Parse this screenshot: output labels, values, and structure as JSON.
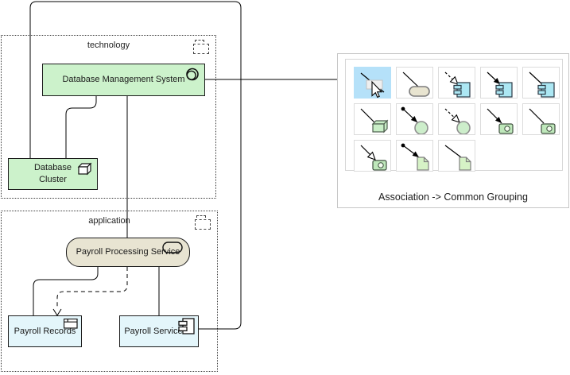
{
  "colors": {
    "node_green": "#ccf2cb",
    "service_beige": "#e8e4d2",
    "app_blue": "#e4f6fb",
    "selected_cell_blue": "#b5e1f9",
    "palette_component_cyan": "#ace7f3",
    "palette_green": "#c9efc7",
    "wire": "#000000"
  },
  "groups": [
    {
      "label": "technology"
    },
    {
      "label": "application"
    }
  ],
  "nodes": [
    {
      "label": "Database Management System",
      "type": "system-software"
    },
    {
      "label": "Database Cluster",
      "type": "node"
    },
    {
      "label": "Payroll Processing Service",
      "type": "application-service"
    },
    {
      "label": "Payroll Records",
      "type": "data-object"
    },
    {
      "label": "Payroll Service",
      "type": "application-component"
    }
  ],
  "connections": [
    {
      "from": "Database Management System",
      "to": "Database Cluster",
      "style": "solid"
    },
    {
      "from": "Database Management System",
      "to": "Payroll Processing Service",
      "style": "solid"
    },
    {
      "from": "Database Cluster",
      "to": "Payroll Service",
      "style": "solid-routed-around-top"
    },
    {
      "from": "Payroll Processing Service",
      "to": "Payroll Records",
      "style": "solid"
    },
    {
      "from": "Payroll Processing Service",
      "to": "Payroll Records",
      "style": "dashed-open-arrow"
    },
    {
      "from": "Payroll Processing Service",
      "to": "Payroll Service",
      "style": "solid"
    },
    {
      "from": "Database Management System",
      "to": "resource-catalog-popup",
      "style": "solid-pending"
    }
  ],
  "palette": {
    "caption": "Association -> Common Grouping",
    "rows": [
      [
        {
          "name": "association-plain",
          "line": "solid",
          "start": "none",
          "end": "none",
          "target": "none",
          "selected": true
        },
        {
          "name": "association-to-application-service",
          "line": "solid",
          "start": "none",
          "end": "none",
          "target": "service",
          "selected": false
        },
        {
          "name": "realization-to-application-component",
          "line": "dashed",
          "start": "none",
          "end": "open-arrow",
          "target": "component",
          "selected": false
        },
        {
          "name": "directed-association-to-application-component",
          "line": "solid",
          "start": "none",
          "end": "filled-arrow",
          "target": "component",
          "selected": false
        },
        {
          "name": "association-to-application-component",
          "line": "solid",
          "start": "none",
          "end": "none",
          "target": "component",
          "selected": false
        }
      ],
      [
        {
          "name": "association-to-node",
          "line": "solid",
          "start": "none",
          "end": "none",
          "target": "node",
          "selected": false
        },
        {
          "name": "composition-to-interface",
          "line": "solid",
          "start": "dot",
          "end": "filled-arrow",
          "target": "interface",
          "selected": false
        },
        {
          "name": "realization-to-interface",
          "line": "dashed",
          "start": "none",
          "end": "open-arrow",
          "target": "interface",
          "selected": false
        },
        {
          "name": "directed-association-to-device",
          "line": "solid",
          "start": "none",
          "end": "filled-arrow",
          "target": "device",
          "selected": false
        },
        {
          "name": "association-to-device",
          "line": "solid",
          "start": "none",
          "end": "none",
          "target": "device",
          "selected": false
        }
      ],
      [
        {
          "name": "open-arrow-to-device",
          "line": "solid",
          "start": "none",
          "end": "open-arrow",
          "target": "device",
          "selected": false
        },
        {
          "name": "composition-to-artifact",
          "line": "solid",
          "start": "dot",
          "end": "filled-arrow",
          "target": "artifact",
          "selected": false
        },
        {
          "name": "association-to-artifact",
          "line": "solid",
          "start": "none",
          "end": "none",
          "target": "artifact",
          "selected": false
        }
      ]
    ]
  }
}
